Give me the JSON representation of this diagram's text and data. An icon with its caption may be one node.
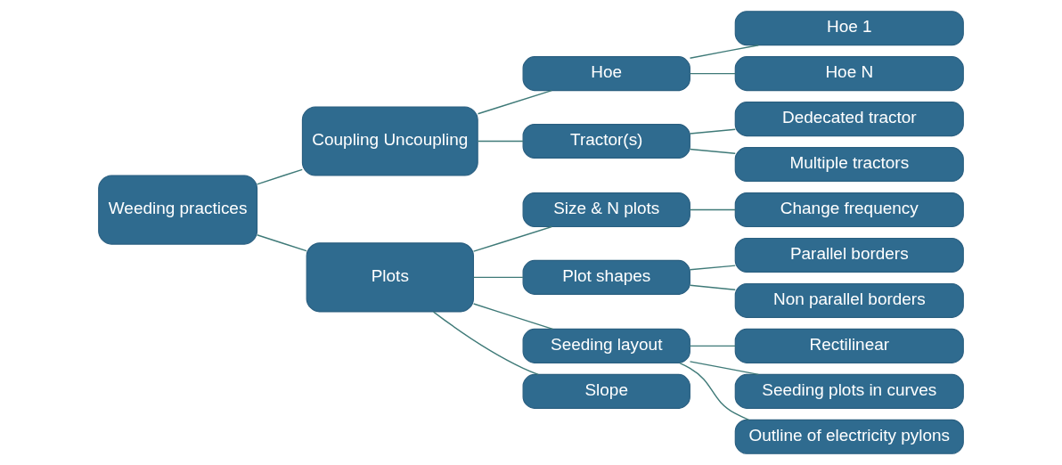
{
  "diagram": {
    "nodes": [
      {
        "text": [
          "Weeding practices"
        ]
      },
      {
        "text": [
          "Coupling Uncoupling"
        ]
      },
      {
        "text": [
          "Plots"
        ]
      },
      {
        "text": [
          "Hoe"
        ]
      },
      {
        "text": [
          "Tractor(s)"
        ]
      },
      {
        "text": [
          "Hoe 1"
        ]
      },
      {
        "text": [
          "Hoe N"
        ]
      },
      {
        "text": [
          "Dedecated tractor"
        ]
      },
      {
        "text": [
          "Multiple tractors"
        ]
      },
      {
        "text": [
          "Size & N plots"
        ]
      },
      {
        "text": [
          "Plot shapes"
        ]
      },
      {
        "text": [
          "Seeding layout"
        ]
      },
      {
        "text": [
          "Slope"
        ]
      },
      {
        "text": [
          "Change frequency"
        ]
      },
      {
        "text": [
          "Parallel borders"
        ]
      },
      {
        "text": [
          "Non parallel borders"
        ]
      },
      {
        "text": [
          "Rectilinear"
        ]
      },
      {
        "text": [
          "Seeding plots in curves"
        ]
      },
      {
        "text": [
          "Outline of electricity pylons"
        ]
      }
    ],
    "edges": [
      {
        "from": 0,
        "to": 1,
        "arrow": "none"
      },
      {
        "from": 0,
        "to": 2,
        "arrow": "none"
      },
      {
        "from": 1,
        "to": 3,
        "arrow": "none"
      },
      {
        "from": 1,
        "to": 4,
        "arrow": "none"
      },
      {
        "from": 3,
        "to": 5,
        "arrow": "none"
      },
      {
        "from": 3,
        "to": 6,
        "arrow": "none"
      },
      {
        "from": 4,
        "to": 7,
        "arrow": "none"
      },
      {
        "from": 4,
        "to": 8,
        "arrow": "none"
      },
      {
        "from": 2,
        "to": 9,
        "arrow": "none"
      },
      {
        "from": 2,
        "to": 10,
        "arrow": "none"
      },
      {
        "from": 2,
        "to": 11,
        "arrow": "none"
      },
      {
        "from": 2,
        "to": 12,
        "arrow": "none"
      },
      {
        "from": 9,
        "to": 13,
        "arrow": "none"
      },
      {
        "from": 10,
        "to": 14,
        "arrow": "none"
      },
      {
        "from": 10,
        "to": 15,
        "arrow": "none"
      },
      {
        "from": 11,
        "to": 16,
        "arrow": "none"
      },
      {
        "from": 11,
        "to": 17,
        "arrow": "none"
      },
      {
        "from": 11,
        "to": 18,
        "arrow": "none"
      }
    ]
  }
}
